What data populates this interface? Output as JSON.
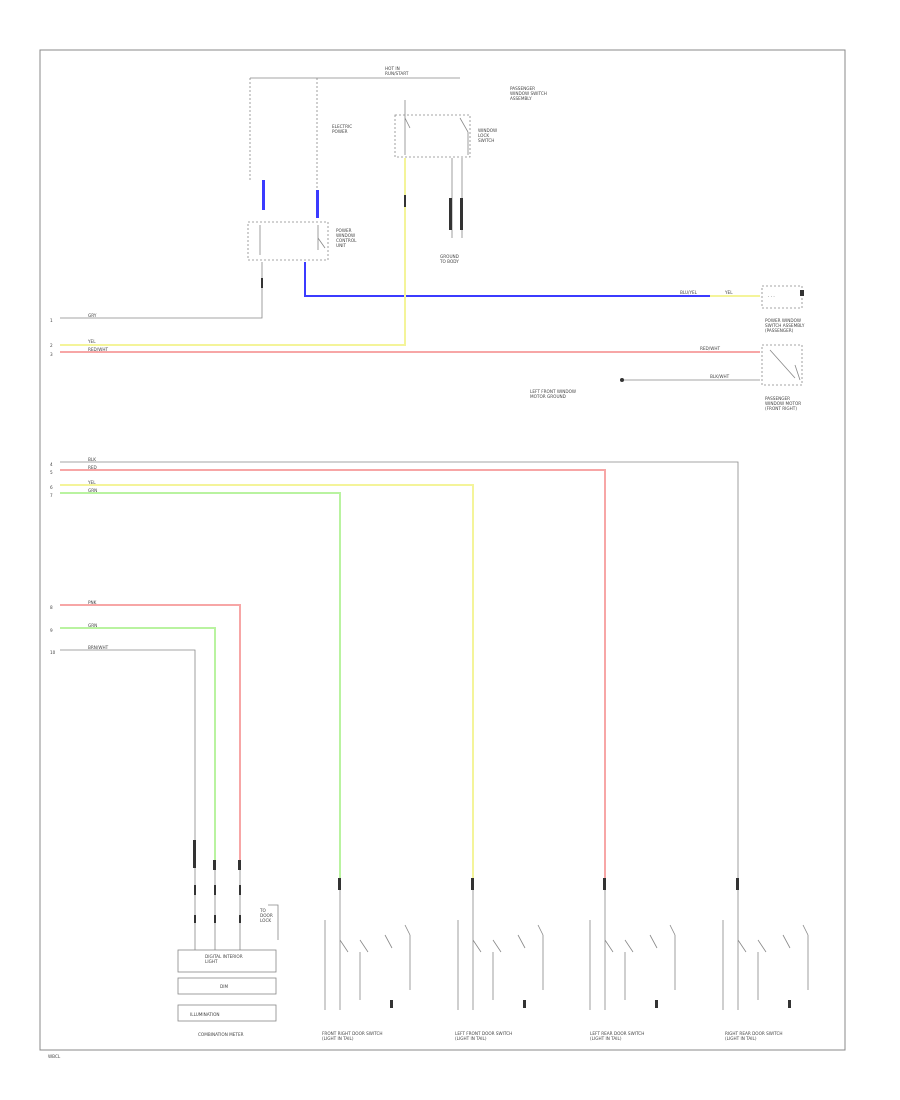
{
  "colors": {
    "blue": "#3b3bff",
    "yellow": "#f4f49a",
    "red": "#f7a6a6",
    "green": "#b9f3a0",
    "gray": "#8a8a8a"
  },
  "top": {
    "hot_label": "HOT IN\nRUN/START",
    "relay_label": "ELECTRIC\nPOWER",
    "ground_label": "GROUND\nTO BODY",
    "upper_switch_label": "PASSENGER\nWINDOW SWITCH\nASSEMBLY",
    "lower_switch_label": "WINDOW\nLOCK\nSWITCH",
    "module_label": "POWER\nWINDOW\nCONTROL\nUNIT",
    "blue_wire_label": "BLU/YEL"
  },
  "left_wires": [
    {
      "pin": "1",
      "label": "GRY"
    },
    {
      "pin": "2",
      "label": "YEL"
    },
    {
      "pin": "3",
      "label": "RED/WHT"
    }
  ],
  "right_components": {
    "top_box_label": "POWER WINDOW\nSWITCH ASSEMBLY\n(PASSENGER)",
    "bottom_box_label": "PASSENGER\nWINDOW MOTOR\n(FRONT RIGHT)",
    "ground_label": "LEFT FRONT WINDOW\nMOTOR GROUND",
    "yellow_tag": "YEL",
    "red_tag": "RED/WHT",
    "gray_tag": "BLK/WHT"
  },
  "middle_wires": [
    {
      "pin": "4",
      "label": "BLK"
    },
    {
      "pin": "5",
      "label": "RED"
    },
    {
      "pin": "6",
      "label": "YEL"
    },
    {
      "pin": "7",
      "label": "GRN"
    }
  ],
  "lower_wires": [
    {
      "pin": "8",
      "label": "PNK"
    },
    {
      "pin": "9",
      "label": "GRN"
    },
    {
      "pin": "10",
      "label": "BRN/WHT"
    }
  ],
  "bottom": {
    "meter_box_top": "DIGITAL INTERIOR\nLIGHT",
    "meter_box_mid": "DIM",
    "meter_box_bottom": "ILLUMINATION",
    "meter_caption": "COMBINATION METER",
    "side_label": "TO\nDOOR\nLOCK",
    "switch_captions": [
      "FRONT RIGHT DOOR SWITCH\n(LIGHT IN TAIL)",
      "LEFT FRONT DOOR SWITCH\n(LIGHT IN TAIL)",
      "LEFT REAR DOOR SWITCH\n(LIGHT IN TAIL)",
      "RIGHT REAR DOOR SWITCH\n(LIGHT IN TAIL)"
    ]
  },
  "footer_code": "WBCL"
}
